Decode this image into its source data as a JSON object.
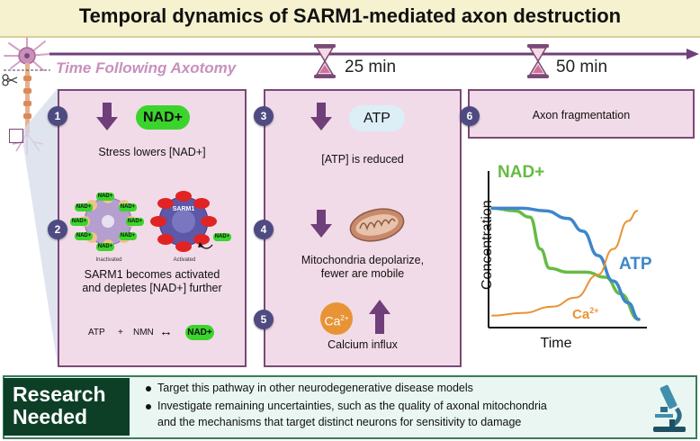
{
  "title": "Temporal dynamics of SARM1-mediated axon destruction",
  "timeline": {
    "label": "Time Following Axotomy",
    "marks": [
      "25 min",
      "50 min"
    ]
  },
  "steps": [
    {
      "num": "1",
      "badge": "NAD+",
      "text": "Stress lowers [NAD+]"
    },
    {
      "num": "2",
      "text_lines": [
        "SARM1 becomes activated",
        "and depletes [NAD+] further"
      ],
      "sarm1_label": "SARM1",
      "inactivated_label": "Inactivated",
      "activated_label": "Activated",
      "nad_tag": "NAD+",
      "equation": {
        "a": "ATP",
        "plus": "+",
        "b": "NMN",
        "arrow": "↔",
        "c": "NAD+"
      }
    },
    {
      "num": "3",
      "badge": "ATP",
      "text": "[ATP] is reduced"
    },
    {
      "num": "4",
      "text_lines": [
        "Mitochondria depolarize,",
        "fewer are mobile"
      ]
    },
    {
      "num": "5",
      "ion": "Ca",
      "ion_charge": "2+",
      "text": "Calcium influx"
    },
    {
      "num": "6",
      "text": "Axon fragmentation"
    }
  ],
  "colors": {
    "nad": "#66bb45",
    "atp": "#3d86cc",
    "ca": "#e89335",
    "panel": "#f2dbe8",
    "accent": "#6f3f7a"
  },
  "chart_data": {
    "type": "line",
    "xlabel": "Time",
    "ylabel": "Concentration",
    "series": [
      {
        "name": "NAD+",
        "color": "#66bb45",
        "points": [
          [
            0,
            0.92
          ],
          [
            0.15,
            0.9
          ],
          [
            0.25,
            0.85
          ],
          [
            0.32,
            0.6
          ],
          [
            0.38,
            0.45
          ],
          [
            0.5,
            0.42
          ],
          [
            0.62,
            0.42
          ],
          [
            0.75,
            0.38
          ],
          [
            0.85,
            0.25
          ],
          [
            0.97,
            0.05
          ]
        ]
      },
      {
        "name": "ATP",
        "color": "#3d86cc",
        "points": [
          [
            0,
            0.92
          ],
          [
            0.2,
            0.92
          ],
          [
            0.35,
            0.9
          ],
          [
            0.5,
            0.84
          ],
          [
            0.6,
            0.74
          ],
          [
            0.7,
            0.55
          ],
          [
            0.8,
            0.35
          ],
          [
            0.9,
            0.18
          ],
          [
            0.97,
            0.05
          ]
        ]
      },
      {
        "name": "Ca",
        "name_sup": "2+",
        "color": "#e89335",
        "points": [
          [
            0,
            0.08
          ],
          [
            0.2,
            0.1
          ],
          [
            0.4,
            0.15
          ],
          [
            0.55,
            0.22
          ],
          [
            0.7,
            0.4
          ],
          [
            0.8,
            0.6
          ],
          [
            0.9,
            0.82
          ],
          [
            0.96,
            0.9
          ]
        ]
      }
    ]
  },
  "research": {
    "heading_lines": [
      "Research",
      "Needed"
    ],
    "bullets": [
      "Target this pathway in other neurodegenerative disease models",
      "Investigate remaining uncertainties, such as the quality of axonal mitochondria",
      "and the mechanisms that target distinct neurons for sensitivity to damage"
    ]
  }
}
